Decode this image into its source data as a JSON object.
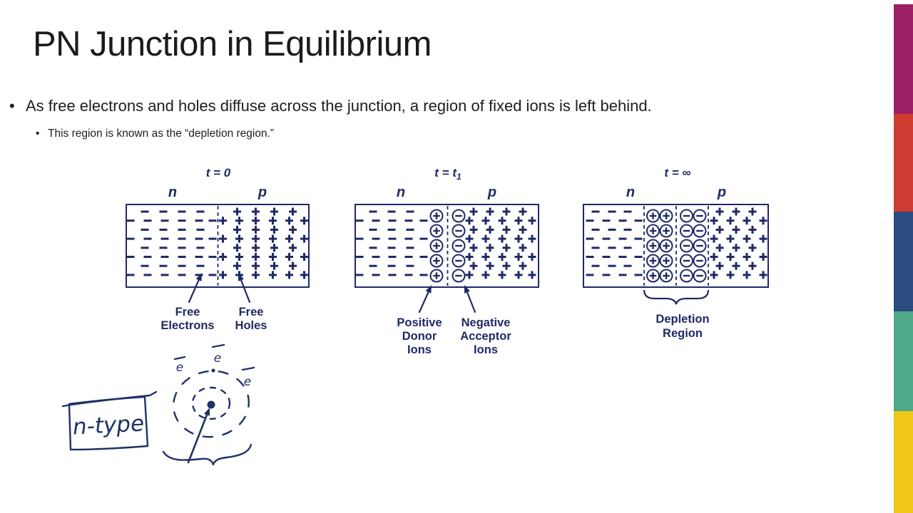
{
  "slide": {
    "title": "PN Junction in Equilibrium",
    "bullets": [
      {
        "marker": "•",
        "text": "As free electrons and holes diffuse across the junction, a region of fixed ions is left behind."
      },
      {
        "marker": "•",
        "text": "This region is known as the “depletion region.”"
      }
    ]
  },
  "figure": {
    "ink_color": "#202A66",
    "diagrams": [
      {
        "id": "t0",
        "time_label": "t = 0",
        "time_sub": "",
        "n_label": "n",
        "p_label": "p",
        "callouts": [
          {
            "id": "free-electrons",
            "lines": [
              "Free",
              "Electrons"
            ]
          },
          {
            "id": "free-holes",
            "lines": [
              "Free",
              "Holes"
            ]
          }
        ]
      },
      {
        "id": "t1",
        "time_label": "t = t",
        "time_sub": "1",
        "n_label": "n",
        "p_label": "p",
        "callouts": [
          {
            "id": "positive-donor-ions",
            "lines": [
              "Positive",
              "Donor",
              "Ions"
            ]
          },
          {
            "id": "negative-acceptor-ions",
            "lines": [
              "Negative",
              "Acceptor",
              "Ions"
            ]
          }
        ]
      },
      {
        "id": "t-infinity",
        "time_label": "t = ∞",
        "time_sub": "",
        "n_label": "n",
        "p_label": "p",
        "callouts": [
          {
            "id": "depletion-region",
            "lines": [
              "Depletion",
              "Region"
            ]
          }
        ]
      }
    ]
  },
  "annotation": {
    "ink_color": "#1F3266",
    "box_label": "n-type",
    "electron_symbol": "e"
  },
  "accent_stripe": {
    "colors": [
      "#9E2064",
      "#D03B31",
      "#2B4C7E",
      "#4FA88A",
      "#F0C619"
    ]
  }
}
